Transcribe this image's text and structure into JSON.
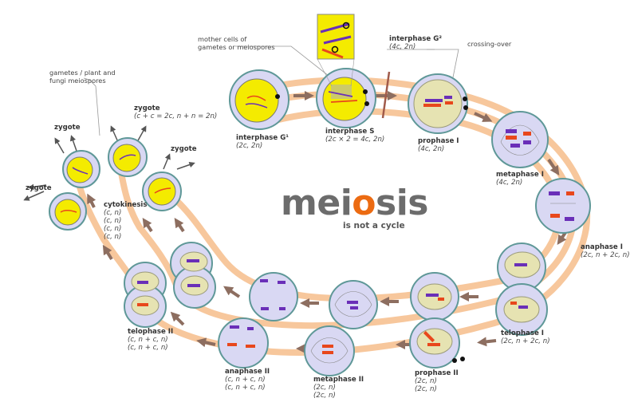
{
  "title": {
    "part1": "mei",
    "part2": "o",
    "part3": "sis",
    "subtitle": "is not a cycle"
  },
  "callouts": {
    "mother_cells": [
      "mother cells of",
      "gametes or meiospores"
    ],
    "gametes": [
      "gametes / plant and",
      "fungi meiospores"
    ],
    "crossing_over": "crossing-over"
  },
  "stages": {
    "interphase_g1": {
      "name": "interphase G¹",
      "values": [
        "(2c, 2n)"
      ]
    },
    "interphase_s": {
      "name": "interphase S",
      "values": [
        "(2c × 2 = 4c, 2n)"
      ]
    },
    "interphase_g2": {
      "name": "interphase G²",
      "values": [
        "(4c, 2n)"
      ]
    },
    "prophase_1": {
      "name": "prophase I",
      "values": [
        "(4c, 2n)"
      ]
    },
    "metaphase_1": {
      "name": "metaphase I",
      "values": [
        "(4c, 2n)"
      ]
    },
    "anaphase_1": {
      "name": "anaphase I",
      "values": [
        "(2c, n + 2c, n)"
      ]
    },
    "telophase_1": {
      "name": "telophase I",
      "values": [
        "(2c, n + 2c, n)"
      ]
    },
    "prophase_2": {
      "name": "prophase II",
      "values": [
        "(2c, n)",
        "(2c, n)"
      ]
    },
    "metaphase_2": {
      "name": "metaphase II",
      "values": [
        "(2c, n)",
        "(2c, n)"
      ]
    },
    "anaphase_2": {
      "name": "anaphase II",
      "values": [
        "(c, n + c, n)",
        "(c, n + c, n)"
      ]
    },
    "telophase_2": {
      "name": "telophase II",
      "values": [
        "(c, n + c, n)",
        "(c, n + c, n)"
      ]
    },
    "cytokinesis": {
      "name": "cytokinesis",
      "values": [
        "(c, n)",
        "(c, n)",
        "(c, n)",
        "(c, n)"
      ]
    }
  },
  "zygotes": {
    "label": "zygote",
    "formula_1": "(c + c = 2c, n + n = 2n)"
  },
  "colors": {
    "band": "#f7c79c",
    "arrow": "#8d6e60",
    "cell_fill": "#d9d8f3",
    "cell_border": "#5f9898",
    "nucleus": "#e6e3b2",
    "yellow": "#f4eb00",
    "chrom_red": "#e8471c",
    "chrom_purple": "#6a2fb8",
    "title_grey": "#6c6c6c",
    "title_orange": "#ec6b12"
  }
}
